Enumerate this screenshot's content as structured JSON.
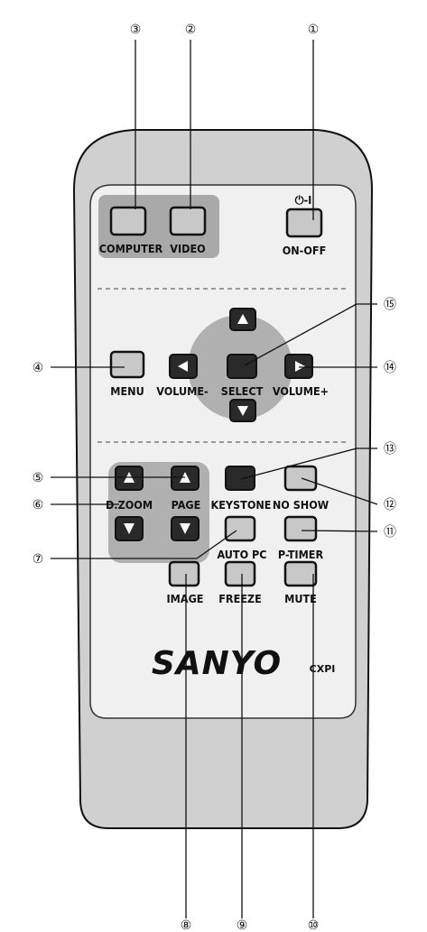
{
  "buttons": {
    "computer": "COMPUTER",
    "video": "VIDEO",
    "power_symbol": "⏻-I",
    "on_off": "ON-OFF",
    "menu": "MENU",
    "volume_minus": "VOLUME-",
    "select": "SELECT",
    "volume_plus": "VOLUME+",
    "d_zoom": "D.ZOOM",
    "page": "PAGE",
    "keystone": "KEYSTONE",
    "no_show": "NO SHOW",
    "auto_pc": "AUTO PC",
    "p_timer": "P-TIMER",
    "image": "IMAGE",
    "freeze": "FREEZE",
    "mute": "MUTE"
  },
  "brand": "SANYO",
  "model": "CXPI",
  "callouts": {
    "c1": "①",
    "c2": "②",
    "c3": "③",
    "c4": "④",
    "c5": "⑤",
    "c6": "⑥",
    "c7": "⑦",
    "c8": "⑧",
    "c9": "⑨",
    "c10": "⑩",
    "c11": "⑪",
    "c12": "⑫",
    "c13": "⑬",
    "c14": "⑭",
    "c15": "⑮"
  },
  "colors": {
    "body": "#d0d0d0",
    "panel": "#f0f0f0",
    "button_gray": "#c8c8c8",
    "button_dark": "#2a2a2a",
    "input_bg": "#a9a9a9",
    "dpad_bg": "#b0b0b0"
  }
}
